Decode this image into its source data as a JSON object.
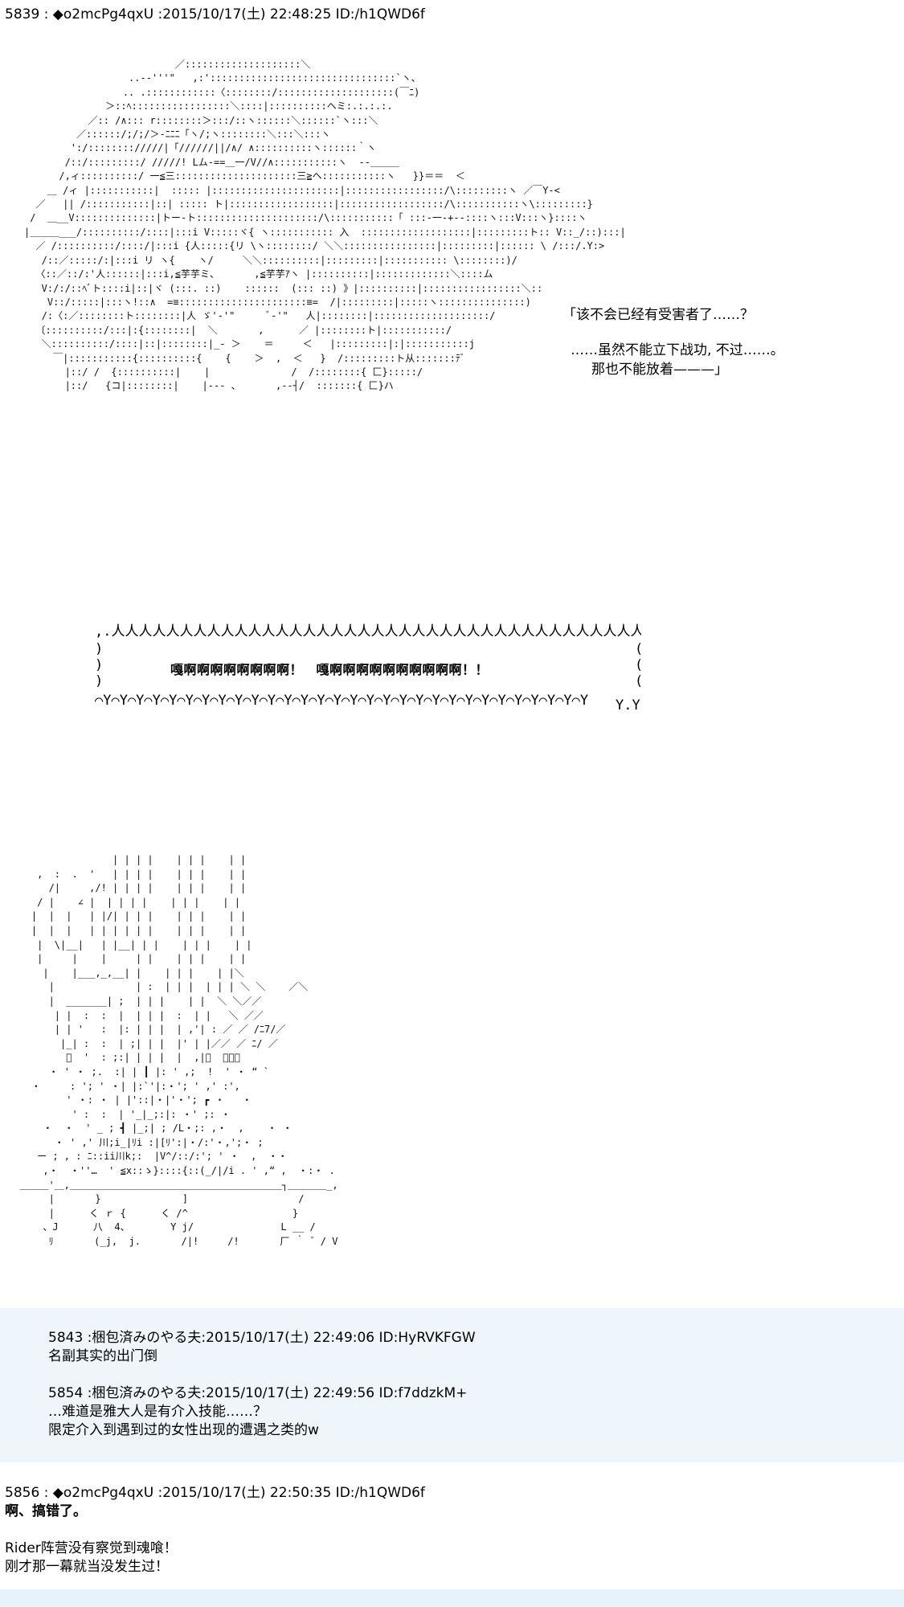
{
  "post_5839": {
    "header": "5839 : ◆o2mcPg4qxU :2015/10/17(土) 22:48:25 ID:/h1QWD6f"
  },
  "dialogue": {
    "line1": "「该不会已经有受害者了……？",
    "line2": "……虽然不能立下战功, 不过……。",
    "line3": "那也不能放着———」"
  },
  "shout": {
    "text": "嘎啊啊啊啊啊啊啊啊！　嘎啊啊啊啊啊啊啊啊啊啊！！"
  },
  "post_5843": {
    "header": "5843 :梱包済みのやる夫:2015/10/17(土) 22:49:06 ID:HyRVKFGW",
    "body": "名副其实的出门倒"
  },
  "post_5854": {
    "header": "5854 :梱包済みのやる夫:2015/10/17(土) 22:49:56 ID:f7ddzkM+",
    "line1": "…难道是雅大人是有介入技能……？",
    "line2": "限定介入到遇到过的女性出现的遭遇之类的w"
  },
  "post_5856": {
    "header": "5856 : ◆o2mcPg4qxU :2015/10/17(土) 22:50:35 ID:/h1QWD6f",
    "line1": "啊、搞错了。",
    "line2": "Rider阵营没有察觉到魂喰！",
    "line3": "刚才那一幕就当没发生过！"
  }
}
